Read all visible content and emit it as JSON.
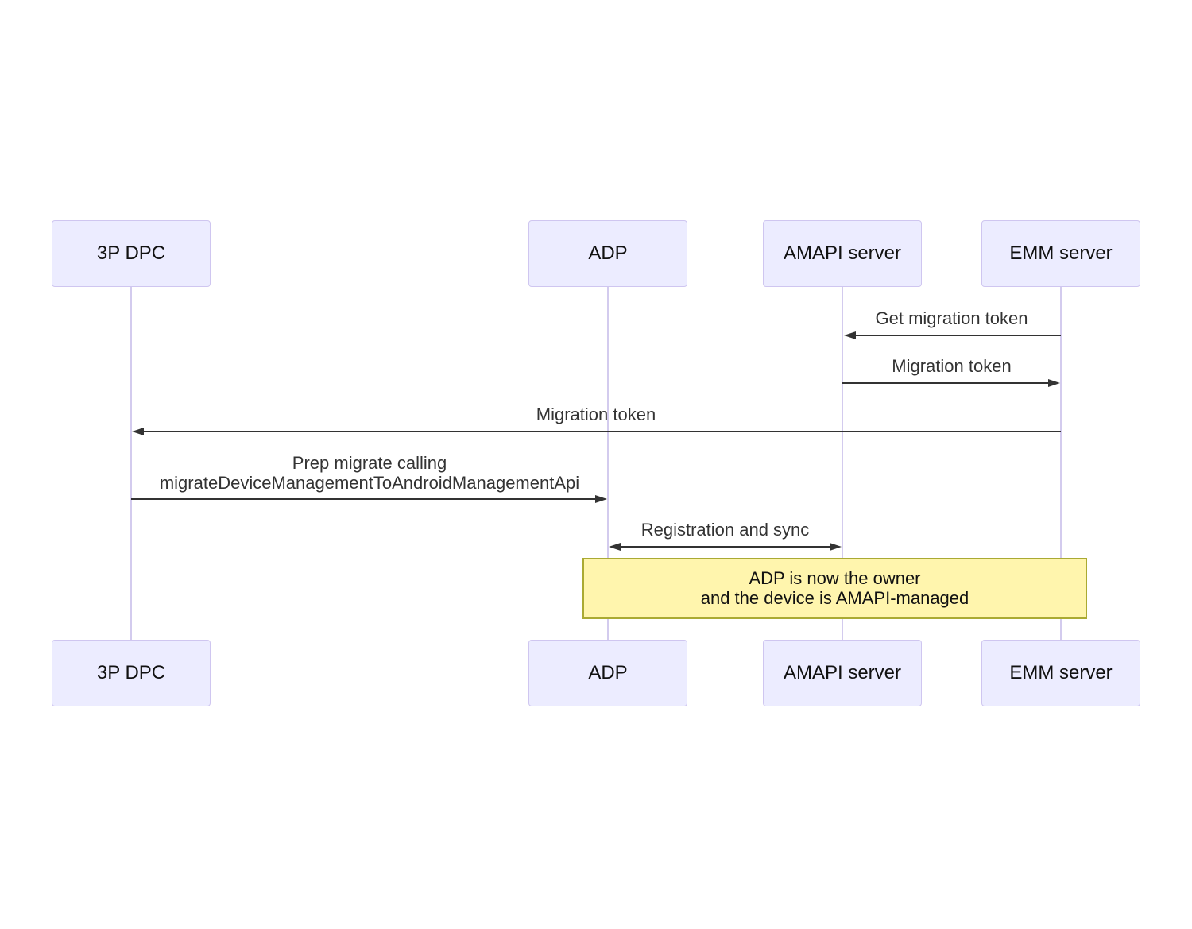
{
  "diagram": {
    "type": "sequence-diagram",
    "actors": [
      {
        "label": "3P DPC"
      },
      {
        "label": "ADP"
      },
      {
        "label": "AMAPI server"
      },
      {
        "label": "EMM server"
      }
    ],
    "messages": [
      {
        "label": "Get migration token",
        "from": "EMM server",
        "to": "AMAPI server",
        "direction": "left"
      },
      {
        "label": "Migration token",
        "from": "AMAPI server",
        "to": "EMM server",
        "direction": "right"
      },
      {
        "label": "Migration token",
        "from": "EMM server",
        "to": "3P DPC",
        "direction": "left"
      },
      {
        "label_lines": [
          "Prep migrate calling",
          "migrateDeviceManagementToAndroidManagementApi"
        ],
        "from": "3P DPC",
        "to": "ADP",
        "direction": "right"
      },
      {
        "label": "Registration and sync",
        "from": "ADP",
        "to": "AMAPI server",
        "direction": "both"
      }
    ],
    "note": {
      "over": [
        "ADP",
        "EMM server"
      ],
      "lines": [
        "ADP is now the owner",
        "and the device is AMAPI-managed"
      ]
    },
    "colors": {
      "actor_fill": "#ECECFF",
      "actor_border": "#CFC6F0",
      "lifeline": "#D3CBEE",
      "arrow": "#333333",
      "message_text": "#333333",
      "note_fill": "#FFF5AD",
      "note_border": "#AAAA33",
      "note_text": "#111111",
      "background": "#FFFFFF"
    }
  }
}
